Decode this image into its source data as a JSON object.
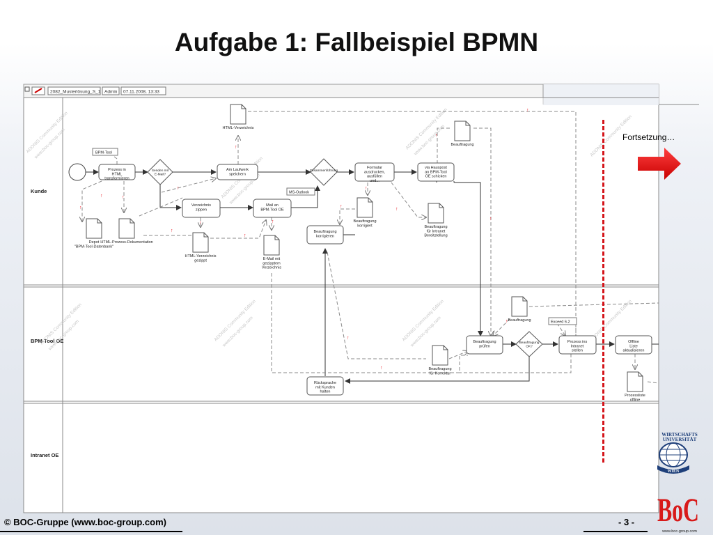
{
  "title": "Aufgabe 1: Fallbeispiel BPMN",
  "footer": {
    "left": "© BOC-Gruppe  (www.boc-group.com)",
    "page": "- 3 -"
  },
  "continuation": "Fortsetzung…",
  "tool_bar": {
    "tab1": "2082_Musterlösung_S_1",
    "tab2": "Admin",
    "tab3": "07.11.2008, 13:33"
  },
  "lanes": [
    "Kunde",
    "BPM-Tool OE",
    "Intranet OE"
  ],
  "watermark": {
    "line1": "ADONIS Community Edition",
    "line2": "www.boc-group.com"
  },
  "tasks": {
    "t1": "Prozess in HTML transformieren",
    "t2": "Am Laufwerk speichern",
    "t3": "Formular ausdrucken, ausfüllen und...",
    "t4": "via Hauspost an BPM-Tool OE schicken",
    "t5": "Verzeichnis zippen",
    "t6": "Mail an BPM-Tool OE",
    "t7": "Beauftragung korrigieren",
    "t8": "Beauftragung prüfen",
    "t9": "Prozess ins Intranet stellen",
    "t10": "Offline Liste aktualisieren",
    "t11": "Rücksprache mit Kunden halten"
  },
  "gateways": {
    "g1": "Senden mit E-Mail?",
    "g2": "Zusammenführung",
    "g3": "Beauftragung OK?"
  },
  "documents": {
    "d1": "HTML-Verzeichnis",
    "d2": "Beauftragung",
    "d3": "Depot \"BPM-Tool-Datenbank\"",
    "d4": "HTML-Prozess-Dokumentation",
    "d5": "HTML-Verzeichnis gezippt",
    "d6": "E-Mail mit gezipptem Verzeichnis",
    "d7": "Beauftragung korrigiert",
    "d8": "Beauftragung für Intranet Bereitstellung",
    "d9": "Beauftragung",
    "d10": "Beauftragung für Korrektur",
    "d11": "Prozessliste offline"
  },
  "resources": {
    "r1": "BPM-Tool",
    "r2": "MS-Outlook",
    "r3": "Exceed 6.2"
  },
  "university": {
    "line1": "WIRTSCHAFTS",
    "line2": "UNIVERSITÄT",
    "line3": "WIEN"
  },
  "brand": {
    "boc": "BoC",
    "url": "www.boc-group.com"
  },
  "colors": {
    "arrow": "#e8101a",
    "divider": "#d4141a",
    "task_border": "#555555"
  }
}
